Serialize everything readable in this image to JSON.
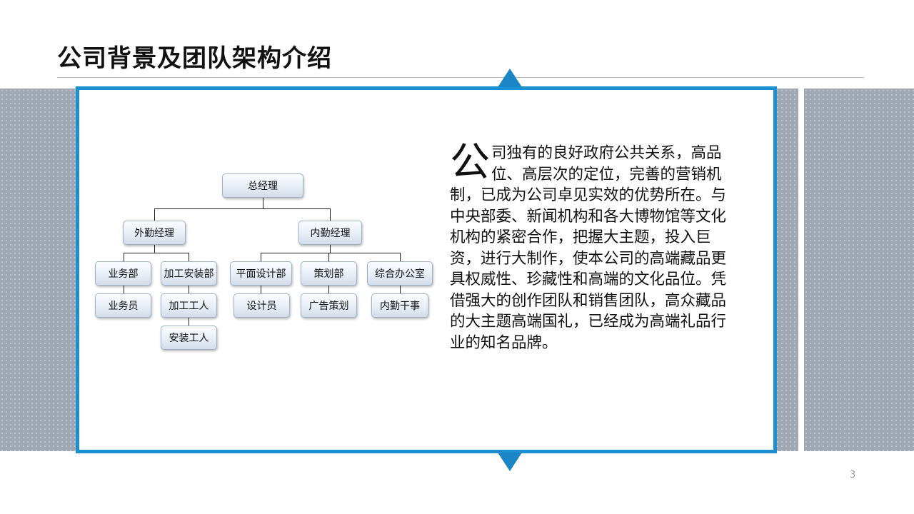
{
  "slide": {
    "title": "公司背景及团队架构介绍",
    "page_number": "3"
  },
  "org_chart": {
    "root": "总经理",
    "outside_manager": "外勤经理",
    "inside_manager": "内勤经理",
    "sales_dept": "业务部",
    "processing_install_dept": "加工安装部",
    "graphic_design_dept": "平面设计部",
    "planning_dept": "策划部",
    "general_office": "综合办公室",
    "salesperson": "业务员",
    "processing_worker": "加工工人",
    "installer": "安装工人",
    "designer": "设计员",
    "ad_planning": "广告策划",
    "office_clerk": "内勤干事"
  },
  "description": {
    "dropcap": "公",
    "text": "司独有的良好政府公共关系，高品位、高层次的定位，完善的营销机制，已成为公司卓见实效的优势所在。与中央部委、新闻机构和各大博物馆等文化机构的紧密合作，把握大主题，投入巨资，进行大制作，使本公司的高端藏品更具权威性、珍藏性和高端的文化品位。凭借强大的创作团队和销售团队，高众藏品的大主题高端国礼，已经成为高端礼品行业的知名品牌。"
  },
  "colors": {
    "frame_blue": "#1b8fd0",
    "band_gray": "#9ea7b2"
  }
}
